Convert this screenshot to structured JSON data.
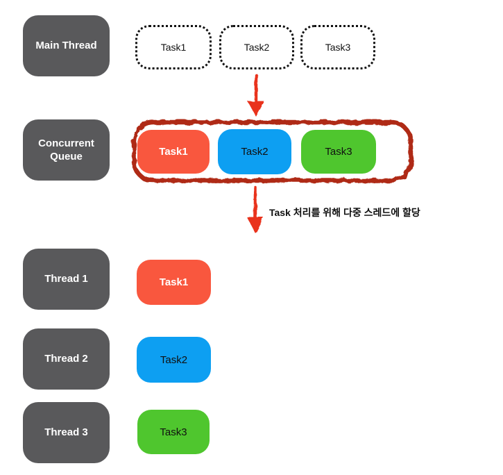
{
  "rows": {
    "main": {
      "label": "Main Thread",
      "tasks": [
        "Task1",
        "Task2",
        "Task3"
      ]
    },
    "queue": {
      "label": "Concurrent Queue",
      "tasks": [
        "Task1",
        "Task2",
        "Task3"
      ]
    },
    "threads": [
      {
        "label": "Thread 1",
        "task": "Task1"
      },
      {
        "label": "Thread 2",
        "task": "Task2"
      },
      {
        "label": "Thread 3",
        "task": "Task3"
      }
    ]
  },
  "annotation": "Task 처리를 위해 다중 스레드에 할당",
  "colors": {
    "box_dark": "#59595B",
    "task_red": "#F9573E",
    "task_blue": "#0D9FF2",
    "task_green": "#4FC62E",
    "queue_border": "#AF2B15",
    "arrow_red": "#E9301B",
    "line_ink": "#1B1B1B"
  }
}
